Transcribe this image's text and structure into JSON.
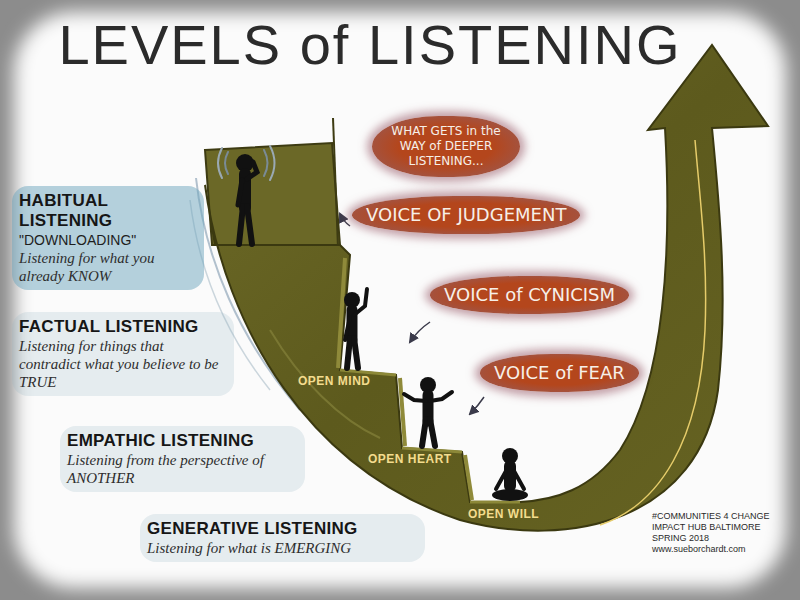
{
  "diagram": {
    "title": "LEVELS of LISTENING",
    "nodes": [
      {
        "text": [
          "HABITUAL LISTENING",
          "\"DOWNLOADING\"",
          "Listening for what you already KNOW"
        ]
      },
      {
        "text": [
          "FACTUAL LISTENING",
          "Listening for things that contradict what you believe to be TRUE"
        ]
      },
      {
        "text": [
          "EMPATHIC LISTENING",
          "Listening from the perspective of ANOTHER"
        ]
      },
      {
        "text": [
          "GENERATIVE LISTENING",
          "Listening for what is EMERGING"
        ]
      },
      {
        "text": [
          "WHAT GETS in the WAY of DEEPER LISTENING..."
        ]
      },
      {
        "text": [
          "VOICE OF JUDGEMENT"
        ]
      },
      {
        "text": [
          "VOICE of CYNICISM"
        ]
      },
      {
        "text": [
          "VOICE of FEAR"
        ]
      }
    ],
    "labels": [
      "OPEN MIND",
      "OPEN HEART",
      "OPEN WILL",
      "#COMMUNITIES 4 CHANGE",
      "IMPACT HUB BALTIMORE",
      "SPRING 2018",
      "www.sueborchardt.com"
    ]
  }
}
